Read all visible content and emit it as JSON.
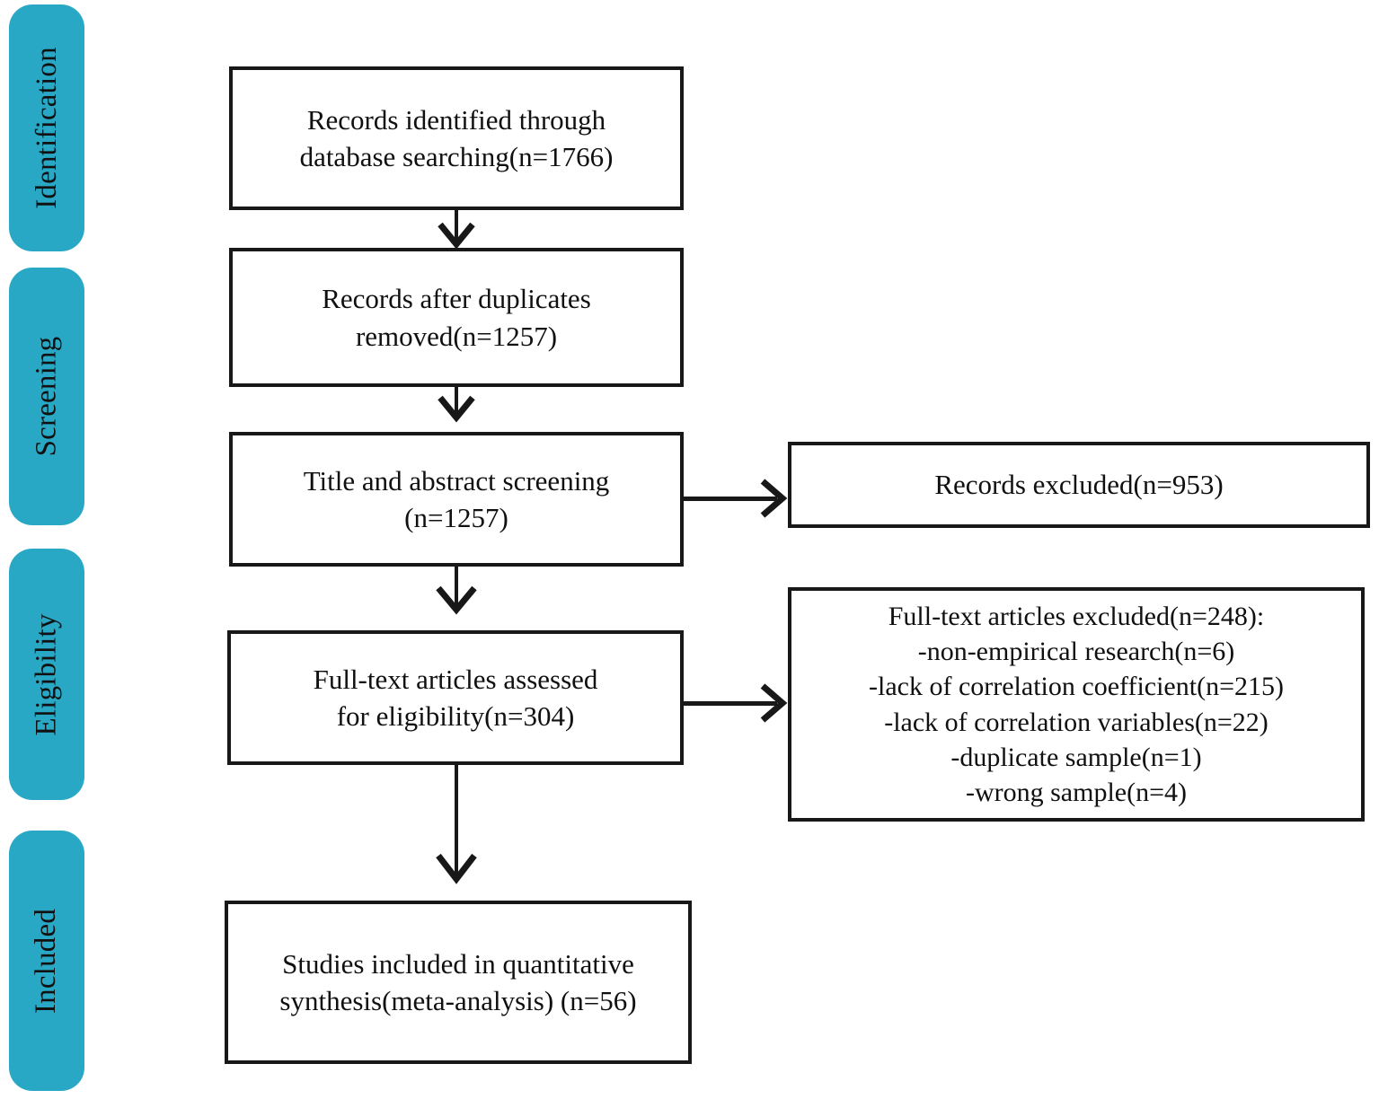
{
  "diagram": {
    "type": "prisma-flow-diagram",
    "accent_color": "#29a8c6",
    "line_color": "#181818",
    "background": "#ffffff"
  },
  "stages": [
    {
      "id": "identification",
      "label": "Identification"
    },
    {
      "id": "screening",
      "label": "Screening"
    },
    {
      "id": "eligibility",
      "label": "Eligibility"
    },
    {
      "id": "included",
      "label": "Included"
    }
  ],
  "boxes": {
    "identified": {
      "id": "records-identified",
      "text": "Records identified through\ndatabase searching(n=1766)",
      "n": 1766
    },
    "deduped": {
      "id": "records-after-duplicates",
      "text": "Records after duplicates\nremoved(n=1257)",
      "n": 1257
    },
    "screened": {
      "id": "title-abstract-screening",
      "text": "Title and abstract screening\n(n=1257)",
      "n": 1257
    },
    "records_excluded": {
      "id": "records-excluded",
      "text": "Records excluded(n=953)",
      "n": 953
    },
    "fulltext_assessed": {
      "id": "fulltext-assessed",
      "text": "Full-text articles assessed\nfor eligibility(n=304)",
      "n": 304
    },
    "fulltext_excluded": {
      "id": "fulltext-excluded",
      "text": "Full-text articles excluded(n=248):\n-non-empirical research(n=6)\n-lack of correlation coefficient(n=215)\n-lack of correlation variables(n=22)\n-duplicate sample(n=1)\n-wrong sample(n=4)",
      "n": 248,
      "reasons": [
        {
          "label": "-non-empirical research(n=6)",
          "n": 6
        },
        {
          "label": "-lack of correlation coefficient(n=215)",
          "n": 215
        },
        {
          "label": "-lack of correlation variables(n=22)",
          "n": 22
        },
        {
          "label": "-duplicate sample(n=1)",
          "n": 1
        },
        {
          "label": "-wrong sample(n=4)",
          "n": 4
        }
      ]
    },
    "included": {
      "id": "studies-included",
      "text": "Studies included in quantitative\nsynthesis(meta-analysis) (n=56)",
      "n": 56
    }
  }
}
